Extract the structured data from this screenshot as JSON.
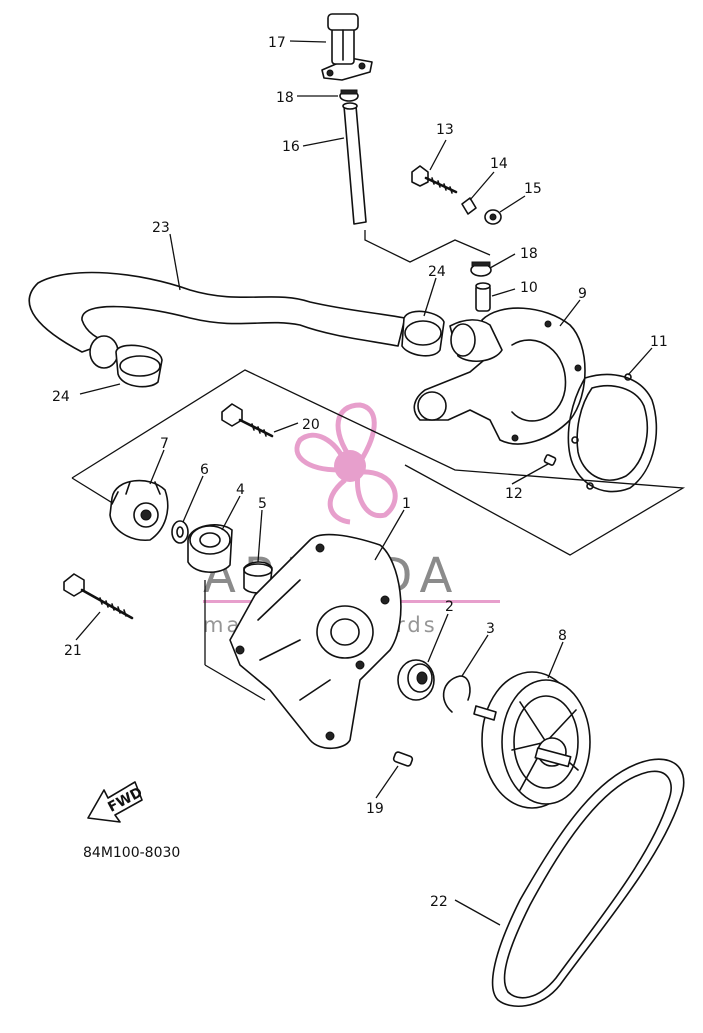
{
  "callouts": {
    "c1": "1",
    "c2": "2",
    "c3": "3",
    "c4": "4",
    "c5": "5",
    "c6": "6",
    "c7": "7",
    "c8": "8",
    "c9": "9",
    "c10": "10",
    "c11": "11",
    "c12": "12",
    "c13": "13",
    "c14": "14",
    "c15": "15",
    "c16": "16",
    "c17": "17",
    "c18a": "18",
    "c18b": "18",
    "c19": "19",
    "c20": "20",
    "c21": "21",
    "c22": "22",
    "c23": "23",
    "c24a": "24",
    "c24b": "24"
  },
  "direction_label": "FWD",
  "diagram_code": "84M100-8030",
  "watermark": {
    "brand": "ARMADA",
    "tagline": "marine outboards",
    "accent_color": "#e38fc4",
    "text_color": "#555555"
  }
}
